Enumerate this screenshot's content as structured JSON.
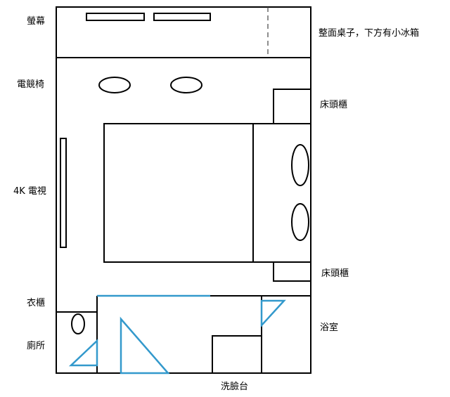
{
  "labels": {
    "screen": "螢幕",
    "desk": "整面桌子，下方有小冰箱",
    "gaming_chair": "電競椅",
    "nightstand_top": "床頭櫃",
    "tv": "4K 電視",
    "nightstand_bottom": "床頭櫃",
    "wardrobe": "衣櫃",
    "bathroom": "浴室",
    "toilet": "廁所",
    "sink": "洗臉台"
  },
  "colors": {
    "wall": "#000000",
    "door": "#3399cc"
  }
}
